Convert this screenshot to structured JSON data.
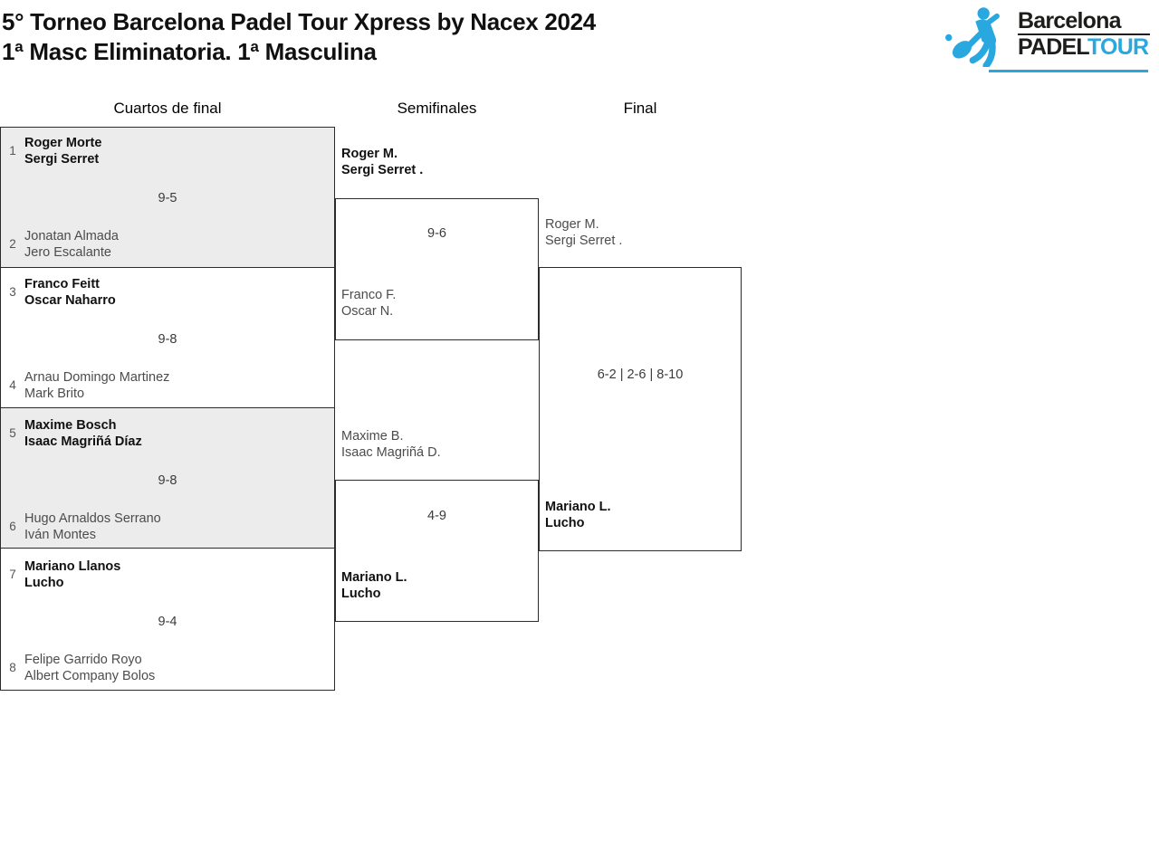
{
  "header": {
    "title_line1": "5° Torneo Barcelona Padel Tour Xpress by Nacex 2024",
    "title_line2": "1ª Masc Eliminatoria. 1ª Masculina"
  },
  "logo": {
    "word1": "Barcelona",
    "word2": "PADEL",
    "word3": "TOUR",
    "accent_blue": "#29a8e0",
    "text_black": "#1d1d1b"
  },
  "colors": {
    "shaded_match_bg": "#ececec",
    "box_border": "#2b2b2b",
    "winner_text": "#111111",
    "loser_text": "#4c4c4c"
  },
  "round_headers": [
    "Cuartos de final",
    "Semifinales",
    "Final"
  ],
  "bracket": {
    "quarterfinals": [
      {
        "seed_top": "1",
        "team_top": [
          "Roger Morte",
          "Sergi Serret"
        ],
        "score": "9-5",
        "seed_bottom": "2",
        "team_bottom": [
          "Jonatan Almada",
          "Jero Escalante"
        ],
        "winner": "top",
        "shaded": true
      },
      {
        "seed_top": "3",
        "team_top": [
          "Franco Feitt",
          "Oscar Naharro"
        ],
        "score": "9-8",
        "seed_bottom": "4",
        "team_bottom": [
          "Arnau Domingo Martinez",
          "Mark Brito"
        ],
        "winner": "top",
        "shaded": false
      },
      {
        "seed_top": "5",
        "team_top": [
          "Maxime Bosch",
          "Isaac Magriñá Díaz"
        ],
        "score": "9-8",
        "seed_bottom": "6",
        "team_bottom": [
          "Hugo Arnaldos Serrano",
          "Iván Montes"
        ],
        "winner": "top",
        "shaded": true
      },
      {
        "seed_top": "7",
        "team_top": [
          "Mariano Llanos",
          "Lucho"
        ],
        "score": "9-4",
        "seed_bottom": "8",
        "team_bottom": [
          "Felipe Garrido Royo",
          "Albert Company Bolos"
        ],
        "winner": "top",
        "shaded": false
      }
    ],
    "semifinals": [
      {
        "team_top": [
          "Roger M.",
          "Sergi Serret ."
        ],
        "score": "9-6",
        "team_bottom": [
          "Franco F.",
          "Oscar N."
        ],
        "winner": "top"
      },
      {
        "team_top": [
          "Maxime B.",
          "Isaac Magriñá D."
        ],
        "score": "4-9",
        "team_bottom": [
          "Mariano L.",
          "Lucho"
        ],
        "winner": "bottom"
      }
    ],
    "final": {
      "team_top": [
        "Roger M.",
        "Sergi Serret ."
      ],
      "score": "6-2 | 2-6 | 8-10",
      "team_bottom": [
        "Mariano L.",
        "Lucho"
      ],
      "winner": "bottom"
    }
  }
}
